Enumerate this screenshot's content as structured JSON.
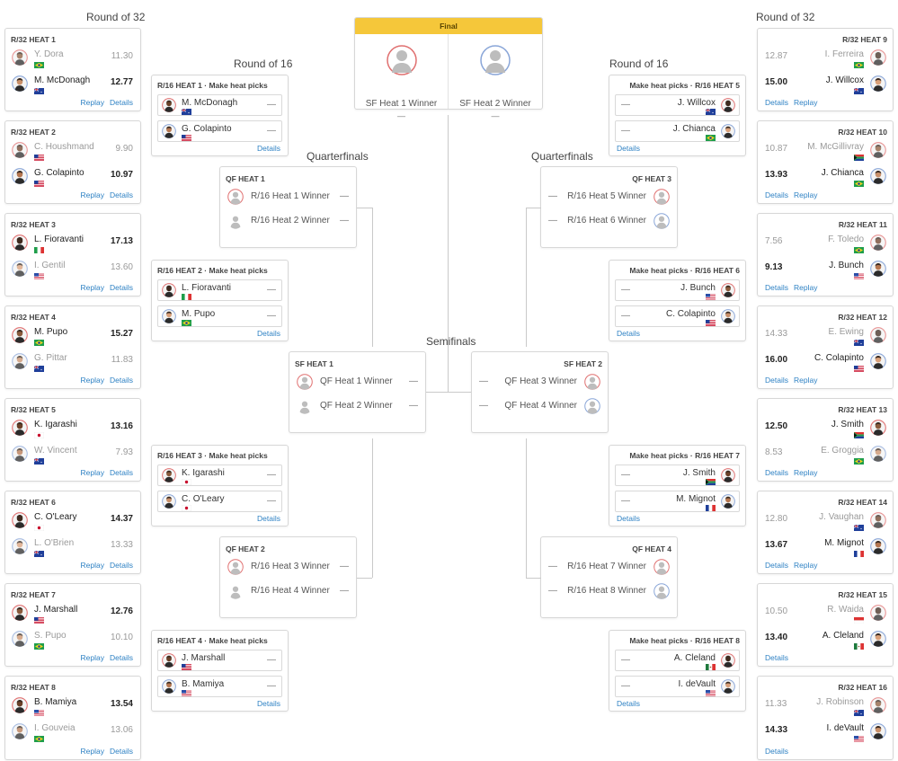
{
  "headings": {
    "r32_left": "Round of 32",
    "r32_right": "Round of 32",
    "r16_left": "Round of 16",
    "r16_right": "Round of 16",
    "qf_left": "Quarterfinals",
    "qf_right": "Quarterfinals",
    "sf": "Semifinals"
  },
  "links": {
    "replay": "Replay",
    "details": "Details"
  },
  "dash": "—",
  "r32_left": [
    {
      "title": "R/32 HEAT 1",
      "p1": {
        "name": "Y. Dora",
        "score": "11.30",
        "flag": "brazil",
        "win": false
      },
      "p2": {
        "name": "M. McDonagh",
        "score": "12.77",
        "flag": "australia",
        "win": true
      }
    },
    {
      "title": "R/32 HEAT 2",
      "p1": {
        "name": "C. Houshmand",
        "score": "9.90",
        "flag": "usa",
        "win": false
      },
      "p2": {
        "name": "G. Colapinto",
        "score": "10.97",
        "flag": "usa",
        "win": true
      }
    },
    {
      "title": "R/32 HEAT 3",
      "p1": {
        "name": "L. Fioravanti",
        "score": "17.13",
        "flag": "italy",
        "win": true
      },
      "p2": {
        "name": "I. Gentil",
        "score": "13.60",
        "flag": "hawaii",
        "win": false
      }
    },
    {
      "title": "R/32 HEAT 4",
      "p1": {
        "name": "M. Pupo",
        "score": "15.27",
        "flag": "brazil",
        "win": true
      },
      "p2": {
        "name": "G. Pittar",
        "score": "11.83",
        "flag": "australia",
        "win": false
      }
    },
    {
      "title": "R/32 HEAT 5",
      "p1": {
        "name": "K. Igarashi",
        "score": "13.16",
        "flag": "japan",
        "win": true
      },
      "p2": {
        "name": "W. Vincent",
        "score": "7.93",
        "flag": "australia",
        "win": false
      }
    },
    {
      "title": "R/32 HEAT 6",
      "p1": {
        "name": "C. O'Leary",
        "score": "14.37",
        "flag": "japan",
        "win": true
      },
      "p2": {
        "name": "L. O'Brien",
        "score": "13.33",
        "flag": "australia",
        "win": false
      }
    },
    {
      "title": "R/32 HEAT 7",
      "p1": {
        "name": "J. Marshall",
        "score": "12.76",
        "flag": "usa",
        "win": true
      },
      "p2": {
        "name": "S. Pupo",
        "score": "10.10",
        "flag": "brazil",
        "win": false
      }
    },
    {
      "title": "R/32 HEAT 8",
      "p1": {
        "name": "B. Mamiya",
        "score": "13.54",
        "flag": "hawaii",
        "win": true
      },
      "p2": {
        "name": "I. Gouveia",
        "score": "13.06",
        "flag": "brazil",
        "win": false
      }
    }
  ],
  "r32_right": [
    {
      "title": "R/32 HEAT 9",
      "p1": {
        "name": "I. Ferreira",
        "score": "12.87",
        "flag": "brazil",
        "win": false
      },
      "p2": {
        "name": "J. Willcox",
        "score": "15.00",
        "flag": "australia",
        "win": true
      },
      "order": "details-replay"
    },
    {
      "title": "R/32 HEAT 10",
      "p1": {
        "name": "M. McGillivray",
        "score": "10.87",
        "flag": "southafrica",
        "win": false
      },
      "p2": {
        "name": "J. Chianca",
        "score": "13.93",
        "flag": "brazil",
        "win": true
      },
      "order": "details-replay"
    },
    {
      "title": "R/32 HEAT 11",
      "p1": {
        "name": "F. Toledo",
        "score": "7.56",
        "flag": "brazil",
        "win": false
      },
      "p2": {
        "name": "J. Bunch",
        "score": "9.13",
        "flag": "hawaii",
        "win": true
      },
      "order": "details-replay"
    },
    {
      "title": "R/32 HEAT 12",
      "p1": {
        "name": "E. Ewing",
        "score": "14.33",
        "flag": "australia",
        "win": false
      },
      "p2": {
        "name": "C. Colapinto",
        "score": "16.00",
        "flag": "usa",
        "win": true
      },
      "order": "details-replay"
    },
    {
      "title": "R/32 HEAT 13",
      "p1": {
        "name": "J. Smith",
        "score": "12.50",
        "flag": "southafrica",
        "win": true
      },
      "p2": {
        "name": "E. Groggia",
        "score": "8.53",
        "flag": "brazil",
        "win": false
      },
      "order": "details-replay"
    },
    {
      "title": "R/32 HEAT 14",
      "p1": {
        "name": "J. Vaughan",
        "score": "12.80",
        "flag": "australia",
        "win": false
      },
      "p2": {
        "name": "M. Mignot",
        "score": "13.67",
        "flag": "france",
        "win": true
      },
      "order": "details-replay"
    },
    {
      "title": "R/32 HEAT 15",
      "p1": {
        "name": "R. Waida",
        "score": "10.50",
        "flag": "indonesia",
        "win": false
      },
      "p2": {
        "name": "A. Cleland",
        "score": "13.40",
        "flag": "mexico",
        "win": true
      },
      "order": "details"
    },
    {
      "title": "R/32 HEAT 16",
      "p1": {
        "name": "J. Robinson",
        "score": "11.33",
        "flag": "australia",
        "win": false
      },
      "p2": {
        "name": "I. deVault",
        "score": "14.33",
        "flag": "hawaii",
        "win": true
      },
      "order": "details"
    }
  ],
  "r16_left": [
    {
      "title": "R/16 HEAT 1 · Make heat picks",
      "p1": {
        "name": "M. McDonagh",
        "flag": "australia"
      },
      "p2": {
        "name": "G. Colapinto",
        "flag": "usa"
      }
    },
    {
      "title": "R/16 HEAT 2 · Make heat picks",
      "p1": {
        "name": "L. Fioravanti",
        "flag": "italy"
      },
      "p2": {
        "name": "M. Pupo",
        "flag": "brazil"
      }
    },
    {
      "title": "R/16 HEAT 3 · Make heat picks",
      "p1": {
        "name": "K. Igarashi",
        "flag": "japan"
      },
      "p2": {
        "name": "C. O'Leary",
        "flag": "japan"
      }
    },
    {
      "title": "R/16 HEAT 4 · Make heat picks",
      "p1": {
        "name": "J. Marshall",
        "flag": "usa"
      },
      "p2": {
        "name": "B. Mamiya",
        "flag": "hawaii"
      }
    }
  ],
  "r16_right": [
    {
      "title": "Make heat picks · R/16 HEAT 5",
      "p1": {
        "name": "J. Willcox",
        "flag": "australia"
      },
      "p2": {
        "name": "J. Chianca",
        "flag": "brazil"
      }
    },
    {
      "title": "Make heat picks · R/16 HEAT 6",
      "p1": {
        "name": "J. Bunch",
        "flag": "hawaii"
      },
      "p2": {
        "name": "C. Colapinto",
        "flag": "usa"
      }
    },
    {
      "title": "Make heat picks · R/16 HEAT 7",
      "p1": {
        "name": "J. Smith",
        "flag": "southafrica"
      },
      "p2": {
        "name": "M. Mignot",
        "flag": "france"
      }
    },
    {
      "title": "Make heat picks · R/16 HEAT 8",
      "p1": {
        "name": "A. Cleland",
        "flag": "mexico"
      },
      "p2": {
        "name": "I. deVault",
        "flag": "hawaii"
      }
    }
  ],
  "qf_left": [
    {
      "title": "QF HEAT 1",
      "s1": "R/16 Heat 1 Winner",
      "s2": "R/16 Heat 2 Winner"
    },
    {
      "title": "QF HEAT 2",
      "s1": "R/16 Heat 3 Winner",
      "s2": "R/16 Heat 4 Winner"
    }
  ],
  "qf_right": [
    {
      "title": "QF HEAT 3",
      "s1": "R/16 Heat 5 Winner",
      "s2": "R/16 Heat 6 Winner"
    },
    {
      "title": "QF HEAT 4",
      "s1": "R/16 Heat 7 Winner",
      "s2": "R/16 Heat 8 Winner"
    }
  ],
  "sf": [
    {
      "title": "SF HEAT 1",
      "s1": "QF Heat 1 Winner",
      "s2": "QF Heat 2 Winner"
    },
    {
      "title": "SF HEAT 2",
      "s1": "QF Heat 3 Winner",
      "s2": "QF Heat 4 Winner"
    }
  ],
  "final": {
    "title": "Final",
    "s1": "SF Heat 1 Winner",
    "s2": "SF Heat 2 Winner"
  },
  "colors": {
    "link": "#2f82c4",
    "final_header": "#f5c73a",
    "jersey_red": "#e07070",
    "jersey_blue": "#8aa6d8",
    "border": "#d7d7d7"
  }
}
